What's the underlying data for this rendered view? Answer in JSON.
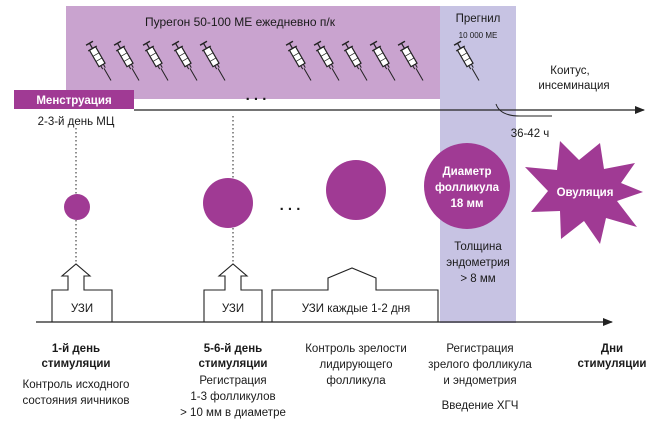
{
  "colors": {
    "lavender": "#c9a3cf",
    "purple": "#a03a94",
    "band": "#c7c3e3",
    "line": "#222222"
  },
  "icons": {
    "syringe": "syringe-icon"
  },
  "header": {
    "puregon": "Пурегон 50-100 МЕ ежедневно п/к",
    "pregnyl_title": "Прегнил",
    "pregnyl_dose": "10 000 МЕ",
    "dots": ". . ."
  },
  "menstruation": {
    "label": "Менструация",
    "day": "2-3-й день МЦ"
  },
  "coitus": {
    "line1": "Коитус,",
    "line2": "инсеминация",
    "interval": "36-42 ч"
  },
  "follicles": {
    "dots": ". . .",
    "diameter_line1": "Диаметр",
    "diameter_line2": "фолликула",
    "diameter_line3": "18 мм",
    "ovulation": "Овуляция"
  },
  "endometrium": {
    "line1": "Толщина",
    "line2": "эндометрия",
    "line3": "> 8 мм"
  },
  "ultrasound": {
    "box1": "УЗИ",
    "box2": "УЗИ",
    "box3": "УЗИ каждые 1-2 дня"
  },
  "stages": [
    {
      "title1": "1-й день",
      "title2": "стимуляции",
      "desc": [
        "Контроль исходного",
        "состояния яичников"
      ]
    },
    {
      "title1": "5-6-й день",
      "title2": "стимуляции",
      "desc": [
        "Регистрация",
        "1-3 фолликулов",
        "> 10 мм в диаметре"
      ]
    },
    {
      "title1": "",
      "title2": "",
      "desc": [
        "Контроль зрелости",
        "лидирующего",
        "фолликула"
      ]
    },
    {
      "title1": "",
      "title2": "",
      "desc": [
        "Регистрация",
        "зрелого фолликула",
        "и эндометрия",
        "",
        "Введение ХГЧ"
      ]
    }
  ],
  "axis": {
    "line1": "Дни",
    "line2": "стимуляции"
  }
}
